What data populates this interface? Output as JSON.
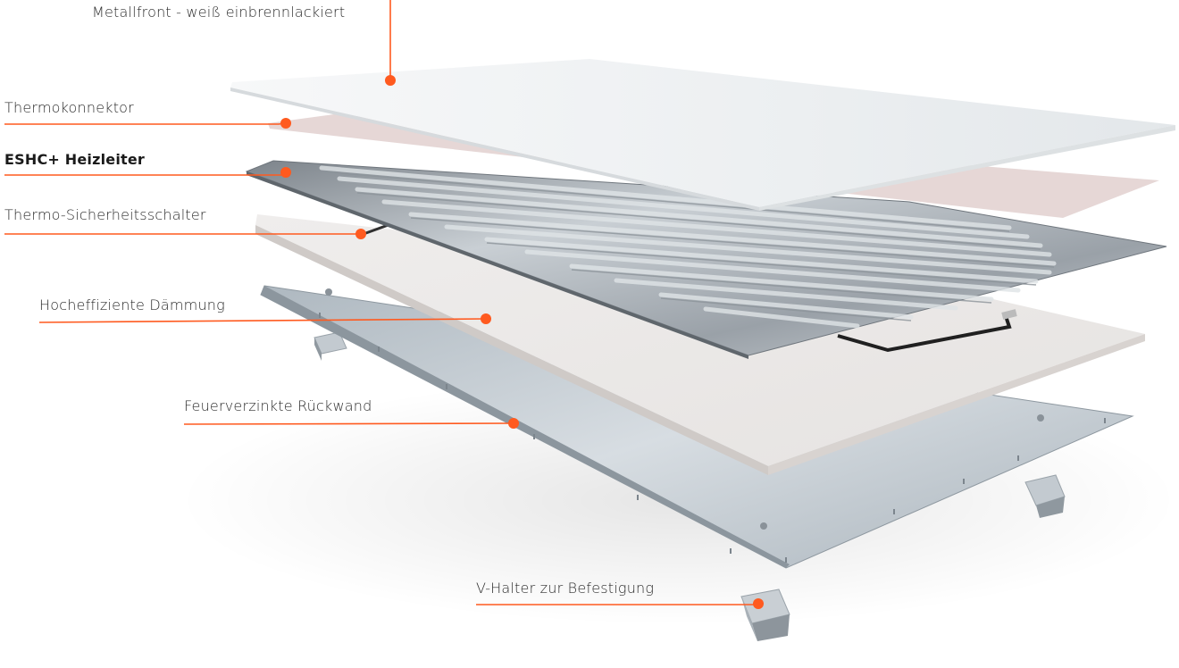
{
  "diagram": {
    "accent_color": "#ff5a1f",
    "layers": [
      {
        "id": "metallfront",
        "label": "Metallfront - weiß einbrennlackiert"
      },
      {
        "id": "thermokonnektor",
        "label": "Thermokonnektor"
      },
      {
        "id": "heizleiter",
        "label": "ESHC+ Heizleiter"
      },
      {
        "id": "sicherheitsschalter",
        "label": "Thermo-Sicherheitsschalter"
      },
      {
        "id": "daemmung",
        "label": "Hocheffiziente Dämmung"
      },
      {
        "id": "rueckwand",
        "label": "Feuerverzinkte Rückwand"
      },
      {
        "id": "vhalter",
        "label": "V-Halter zur Befestigung"
      }
    ]
  }
}
